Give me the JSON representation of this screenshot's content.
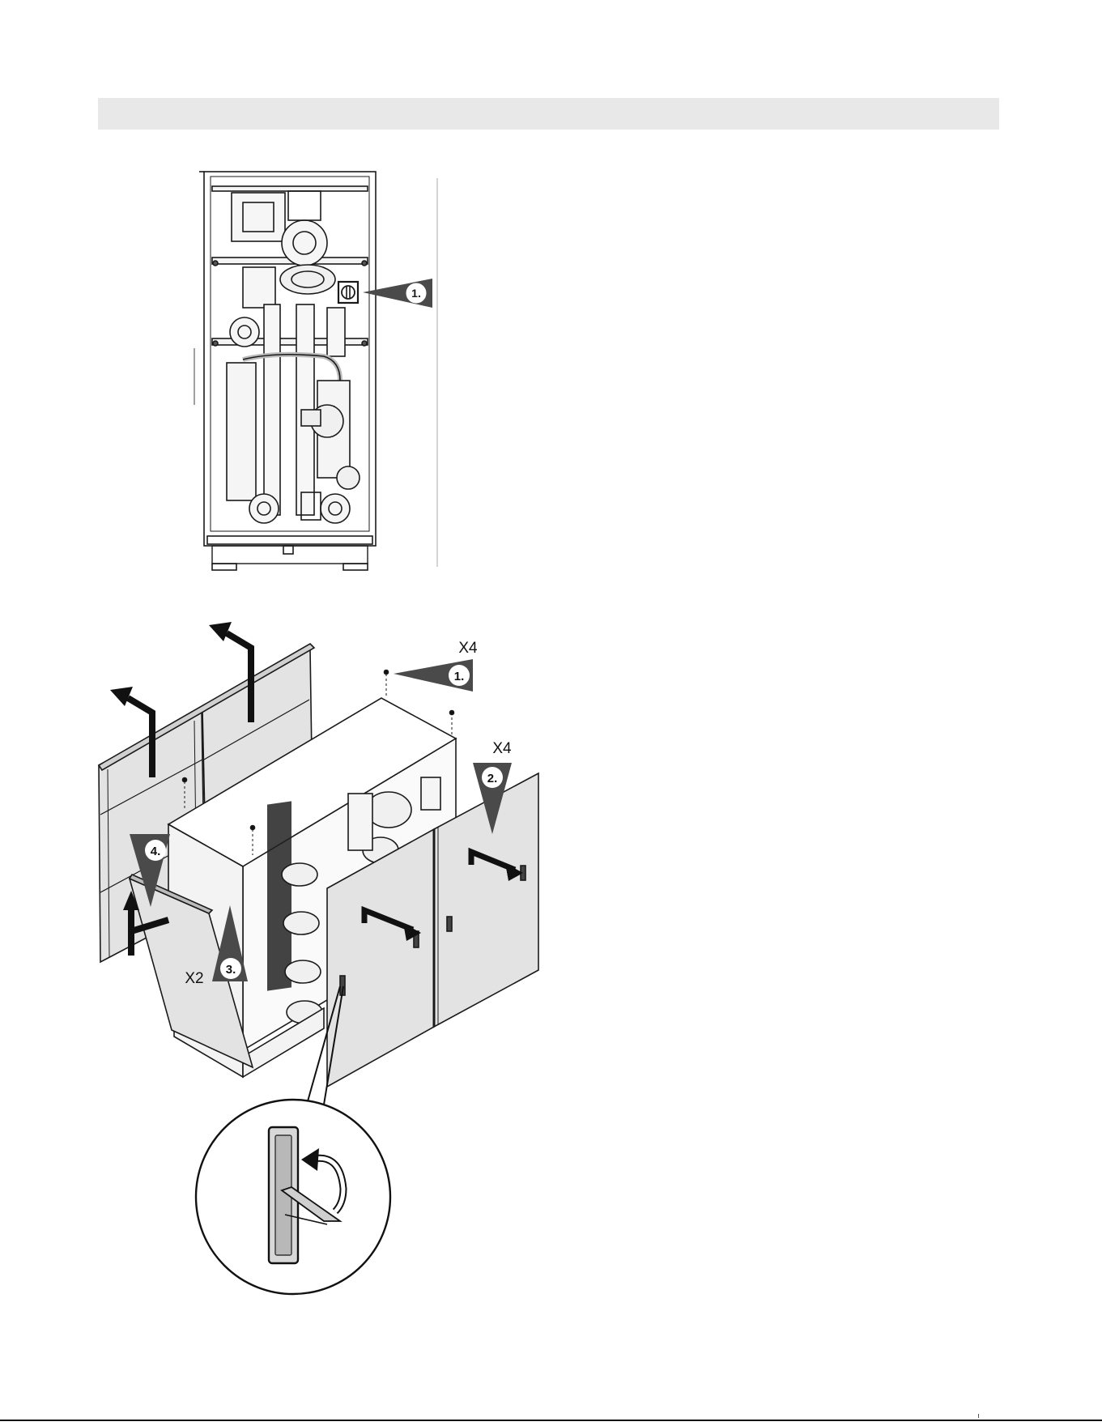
{
  "page": {
    "header_bar_text": ""
  },
  "figure_top": {
    "callouts": [
      {
        "label": "1."
      }
    ]
  },
  "figure_bottom": {
    "callouts": [
      {
        "label": "1.",
        "qty": "X4"
      },
      {
        "label": "2.",
        "qty": "X4"
      },
      {
        "label": "3.",
        "qty": "X2"
      },
      {
        "label": "4."
      }
    ]
  },
  "colors": {
    "panel_fill": "#e3e3e3",
    "callout_fill": "#4a4a4a",
    "line": "#1a1a1a",
    "header_bar": "#e8e8e8"
  },
  "icons": {
    "main_switch": "rotary-switch-icon",
    "handle_detail": "door-handle-icon",
    "rotate_arrow": "curved-arrow-icon"
  }
}
